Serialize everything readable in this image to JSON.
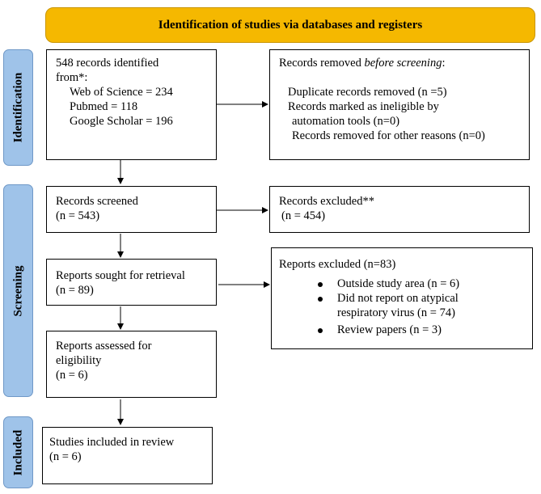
{
  "header": {
    "title": "Identification of studies via databases and registers"
  },
  "phases": {
    "identification": "Identification",
    "screening": "Screening",
    "included": "Included"
  },
  "identified": {
    "line1": "548 records identified",
    "line2": "from*:",
    "sources": [
      "Web of Science = 234",
      "Pubmed = 118",
      "Google Scholar = 196"
    ]
  },
  "removed": {
    "title_prefix": "Records removed ",
    "title_italic": "before screening",
    "title_suffix": ":",
    "duplicates": "Duplicate records removed (n =5)",
    "ineligible_line1": "Records marked as ineligible by",
    "ineligible_line2": "automation tools (n=0)",
    "other": "Records removed for other reasons (n=0)"
  },
  "screened": {
    "label": "Records screened",
    "count": "(n = 543)"
  },
  "excluded": {
    "label": "Records excluded**",
    "count": "(n = 454)"
  },
  "sought": {
    "label": "Reports sought for retrieval",
    "count": "(n = 89)"
  },
  "reports_excluded": {
    "title": "Reports excluded (n=83)",
    "items": [
      "Outside study area (n = 6)",
      "Did not report on atypical",
      "respiratory virus (n = 74)",
      "Review papers (n = 3)"
    ]
  },
  "assessed": {
    "line1": "Reports assessed for",
    "line2": "eligibility",
    "count": "(n = 6)"
  },
  "included": {
    "label": "Studies included in review",
    "count": "(n = 6)"
  }
}
